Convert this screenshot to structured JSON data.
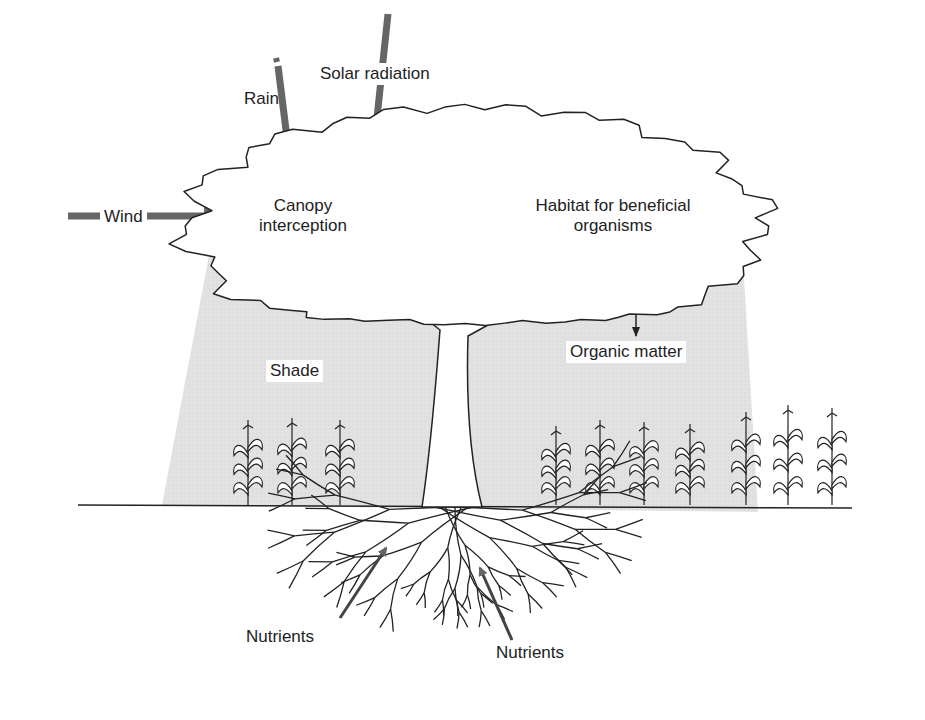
{
  "diagram": {
    "nodes": [
      {
        "text": [
          "Canopy interception",
          "Habitat for beneficial organisms"
        ]
      }
    ],
    "labels": [
      "Solar radiation",
      "Rain",
      "Wind",
      "Shade",
      "Organic matter",
      "Nutrients",
      "Nutrients"
    ]
  }
}
